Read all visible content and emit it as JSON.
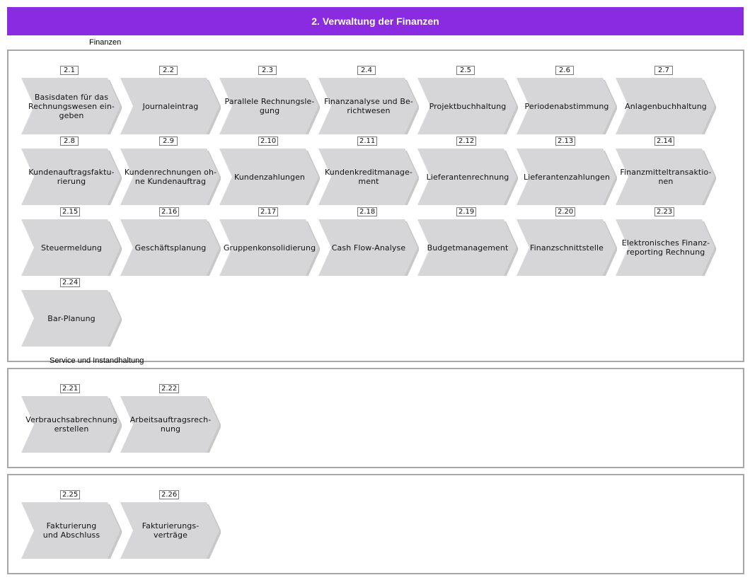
{
  "header": {
    "title": "2. Verwaltung der Finanzen"
  },
  "colors": {
    "header_bg": "#8a2be2",
    "header_text": "#ffffff",
    "shape_fill": "#d6d6d8",
    "shape_shadow": "#9a9a9a",
    "group_border": "#a8a8a8"
  },
  "groups": [
    {
      "label": "Finanzen",
      "processes": [
        {
          "id": "2.1",
          "label": "Basisdaten für das\nRechnungswesen ein-\ngeben"
        },
        {
          "id": "2.2",
          "label": "Journaleintrag"
        },
        {
          "id": "2.3",
          "label": "Parallele Rechnungsle-\ngung"
        },
        {
          "id": "2.4",
          "label": "Finanzanalyse und Be-\nrichtwesen"
        },
        {
          "id": "2.5",
          "label": "Projektbuchhaltung"
        },
        {
          "id": "2.6",
          "label": "Periodenabstimmung"
        },
        {
          "id": "2.7",
          "label": "Anlagenbuchhaltung"
        },
        {
          "id": "2.8",
          "label": "Kundenauftragsfaktu-\nrierung"
        },
        {
          "id": "2.9",
          "label": "Kundenrechnungen oh-\nne Kundenauftrag"
        },
        {
          "id": "2.10",
          "label": "Kundenzahlungen"
        },
        {
          "id": "2.11",
          "label": "Kundenkreditmanage-\nment"
        },
        {
          "id": "2.12",
          "label": "Lieferantenrechnung"
        },
        {
          "id": "2.13",
          "label": "Lieferantenzahlungen"
        },
        {
          "id": "2.14",
          "label": "Finanzmitteltransaktio-\nnen"
        },
        {
          "id": "2.15",
          "label": "Steuermeldung"
        },
        {
          "id": "2.16",
          "label": "Geschäftsplanung"
        },
        {
          "id": "2.17",
          "label": "Gruppenkonsolidierung"
        },
        {
          "id": "2.18",
          "label": "Cash Flow-Analyse"
        },
        {
          "id": "2.19",
          "label": "Budgetmanagement"
        },
        {
          "id": "2.20",
          "label": "Finanzschnittstelle"
        },
        {
          "id": "2.23",
          "label": "Elektronisches Finanz-\nreporting Rechnung"
        },
        {
          "id": "2.24",
          "label": "Bar-Planung"
        }
      ]
    },
    {
      "label": "Service und Instandhaltung",
      "processes": [
        {
          "id": "2.21",
          "label": "Verbrauchsabrechnung\nerstellen"
        },
        {
          "id": "2.22",
          "label": "Arbeitsauftragsrech-\nnung"
        }
      ]
    },
    {
      "label": "",
      "processes": [
        {
          "id": "2.25",
          "label": "Fakturierung\nund Abschluss"
        },
        {
          "id": "2.26",
          "label": "Fakturierungs-\nverträge"
        }
      ]
    }
  ]
}
